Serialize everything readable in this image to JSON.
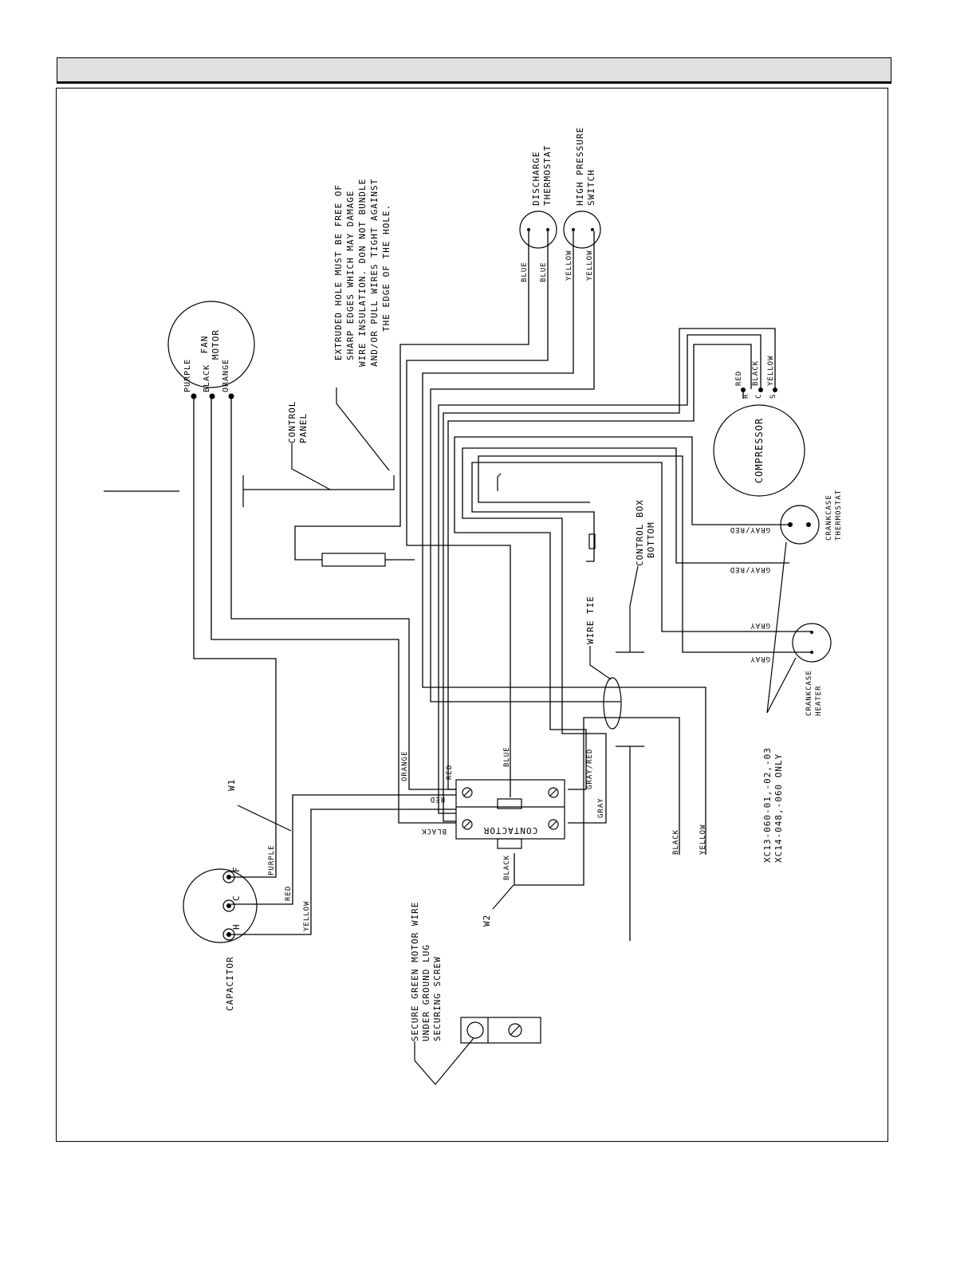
{
  "components": {
    "fan_motor": "FAN MOTOR",
    "fan_motor_l1": "FAN",
    "fan_motor_l2": "MOTOR",
    "discharge_thermostat_l1": "DISCHARGE",
    "discharge_thermostat_l2": "THERMOSTAT",
    "high_pressure_switch_l1": "HIGH PRESSURE",
    "high_pressure_switch_l2": "SWITCH",
    "compressor": "COMPRESSOR",
    "crankcase_thermostat_l1": "CRANKCASE",
    "crankcase_thermostat_l2": "THERMOSTAT",
    "crankcase_heater_l1": "CRANKCASE",
    "crankcase_heater_l2": "HEATER",
    "contactor": "CONTACTOR",
    "capacitor": "CAPACITOR",
    "control_panel_l1": "CONTROL",
    "control_panel_l2": "PANEL",
    "control_box_l1": "CONTROL BOX",
    "control_box_l2": "BOTTOM",
    "wire_tie": "WIRE TIE",
    "w1": "W1",
    "w2": "W2"
  },
  "notes": {
    "extruded_hole": [
      "EXTRUDED HOLE MUST BE FREE OF",
      "SHARP EDGES WHICH MAY DAMAGE",
      "WIRE INSULATION.  DON NOT BUNDLE",
      "AND/OR PULL WIRES TIGHT AGAINST",
      "THE EDGE OF THE HOLE."
    ],
    "ground": [
      "SECURE GREEN MOTOR WIRE",
      "UNDER GROUND LUG",
      "SECURING SCREW"
    ],
    "models": [
      "XC13-060-01,-02,-03",
      "XC14-048,-060 ONLY"
    ]
  },
  "terminals": {
    "capacitor_f": "F",
    "capacitor_c": "C",
    "capacitor_h": "H",
    "compressor_r": "R",
    "compressor_c": "C",
    "compressor_s": "S"
  },
  "wire_labels": {
    "purple": "PURPLE",
    "black": "BLACK",
    "orange": "ORANGE",
    "blue": "BLUE",
    "yellow": "YELLOW",
    "red": "RED",
    "gray_red": "GRAY/RED",
    "gray": "GRAY",
    "orange_fan": "ORANGE",
    "black_fan": "BLACK",
    "purple_fan": "PURPLE"
  }
}
